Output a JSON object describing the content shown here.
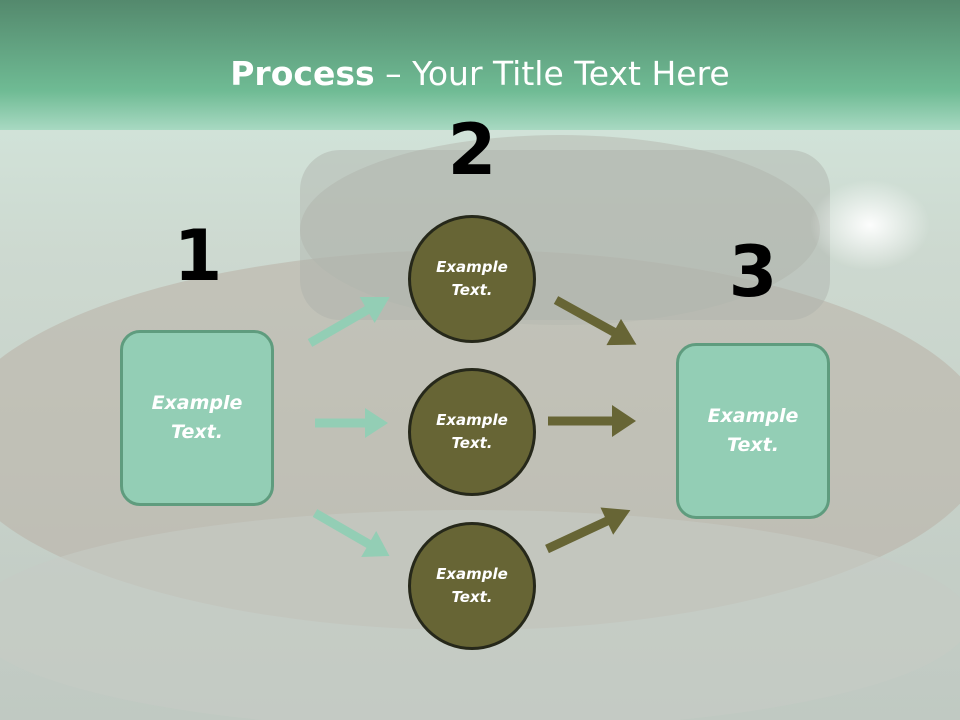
{
  "title": {
    "bold": "Process",
    "rest": " – Your Title Text Here"
  },
  "steps": {
    "one": {
      "number": "1",
      "text_line1": "Example",
      "text_line2": "Text."
    },
    "two": {
      "number": "2"
    },
    "three": {
      "number": "3",
      "text_line1": "Example",
      "text_line2": "Text."
    }
  },
  "circles": [
    {
      "line1": "Example",
      "line2": "Text."
    },
    {
      "line1": "Example",
      "line2": "Text."
    },
    {
      "line1": "Example",
      "line2": "Text."
    }
  ],
  "colors": {
    "header_green": "#5fa986",
    "box_fill": "#93ceb5",
    "circle_fill": "#676535",
    "arrow_light": "#93ceb5",
    "arrow_dark": "#676535"
  }
}
